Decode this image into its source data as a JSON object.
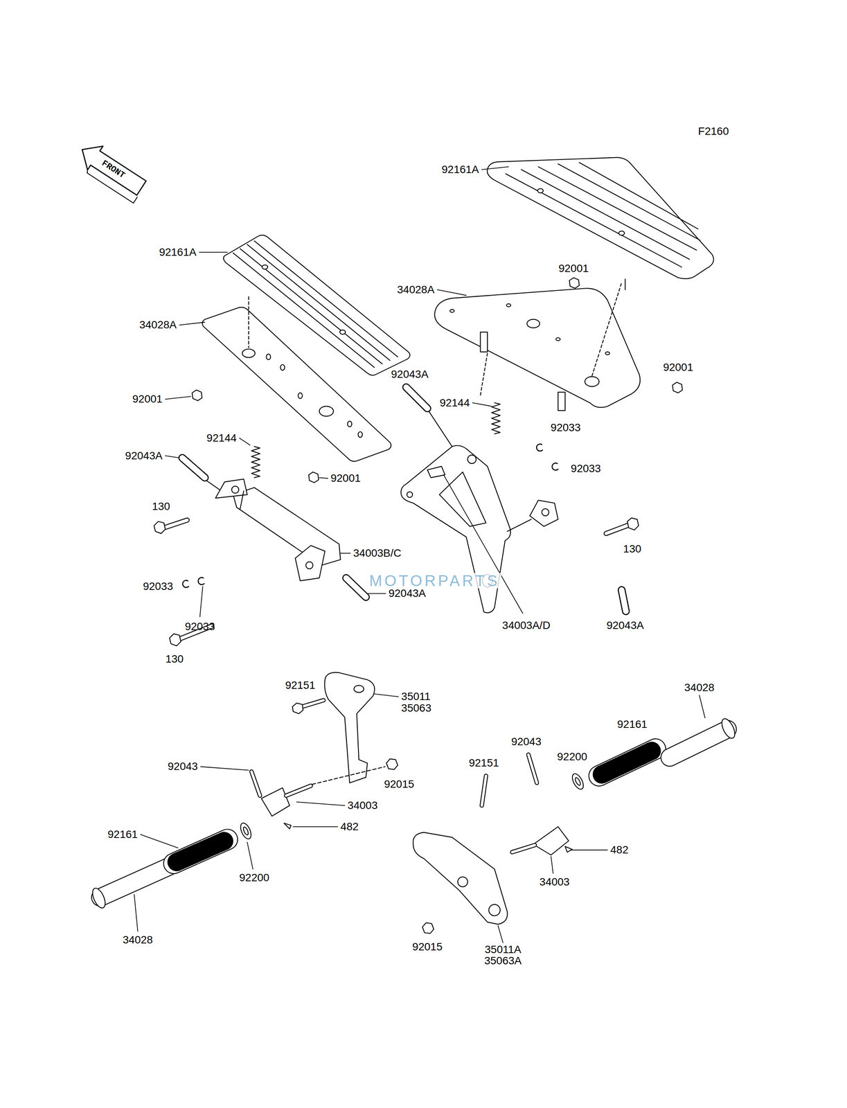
{
  "diagram": {
    "labels": [
      "F2160",
      "FRONT",
      "92161A",
      "92161A",
      "92001",
      "34028A",
      "34028A",
      "92001",
      "92043A",
      "92001",
      "92144",
      "92033",
      "92144",
      "92043A",
      "92033",
      "92001",
      "130",
      "130",
      "34003B/C",
      "92033",
      "92043A",
      "34003A/D",
      "92043A",
      "92033",
      "130",
      "MOTORPARTS",
      "92151",
      "34028",
      "35011",
      "35063",
      "92161",
      "92200",
      "92043",
      "92151",
      "92043",
      "92015",
      "34003",
      "482",
      "92161",
      "482",
      "92200",
      "34003",
      "34028",
      "92015",
      "35011A",
      "35063A"
    ]
  }
}
